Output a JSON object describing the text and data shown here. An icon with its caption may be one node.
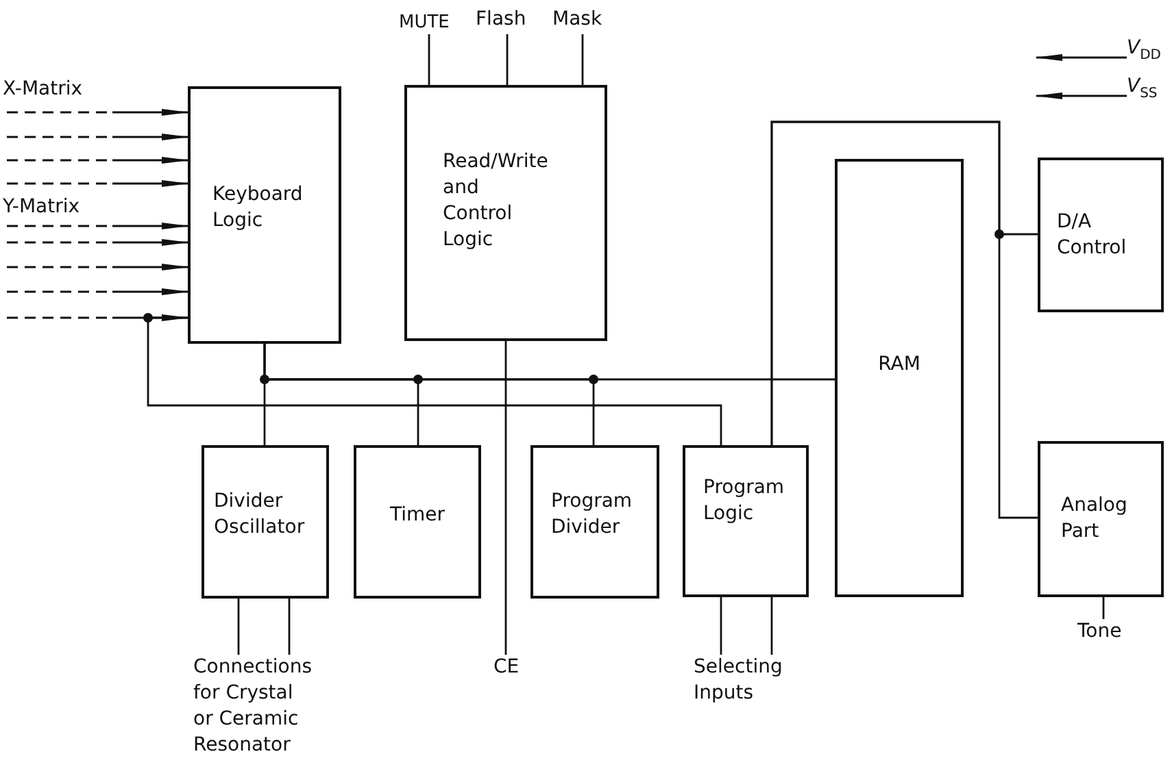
{
  "diagram": {
    "nodes": [
      {
        "text": [
          "Keyboard Logic"
        ]
      },
      {
        "text": [
          "Read/Write and Control Logic"
        ]
      },
      {
        "text": [
          "RAM"
        ]
      },
      {
        "text": [
          "D/A Control"
        ]
      },
      {
        "text": [
          "Divider Oscillator"
        ]
      },
      {
        "text": [
          "Timer"
        ]
      },
      {
        "text": [
          "Program Divider"
        ]
      },
      {
        "text": [
          "Program Logic"
        ]
      },
      {
        "text": [
          "Analog Part"
        ]
      },
      {
        "text": [
          "MUTE"
        ]
      },
      {
        "text": [
          "Flash"
        ]
      },
      {
        "text": [
          "Mask"
        ]
      },
      {
        "text": [
          "CE"
        ]
      },
      {
        "text": [
          "Connections for Crystal or Ceramic Resonator"
        ]
      },
      {
        "text": [
          "Selecting Inputs"
        ]
      },
      {
        "text": [
          "Tone"
        ]
      },
      {
        "text": [
          "*V*$_{DD}$"
        ]
      },
      {
        "text": [
          "*V*$_{SS}$"
        ]
      }
    ],
    "edges": [
      {
        "from": null,
        "to": 0,
        "arrow": "to",
        "style": "dashed"
      },
      {
        "from": null,
        "to": 0,
        "arrow": "to",
        "style": "dashed"
      },
      {
        "from": null,
        "to": 0,
        "arrow": "to",
        "style": "dashed"
      },
      {
        "from": null,
        "to": 0,
        "arrow": "to",
        "style": "dashed"
      },
      {
        "from": null,
        "to": 0,
        "arrow": "to",
        "style": "dashed"
      },
      {
        "from": null,
        "to": 0,
        "arrow": "to",
        "style": "dashed"
      },
      {
        "from": null,
        "to": 0,
        "arrow": "to",
        "style": "dashed"
      },
      {
        "from": null,
        "to": 0,
        "arrow": "to",
        "style": "dashed"
      },
      {
        "from": null,
        "to": 0,
        "arrow": "to",
        "style": "dashed"
      },
      {
        "from": 0,
        "to": 4,
        "arrow": "none"
      },
      {
        "from": 0,
        "to": 2,
        "arrow": "none"
      },
      {
        "from": 0,
        "to": 5,
        "arrow": "none"
      },
      {
        "from": 0,
        "to": 6,
        "arrow": "none"
      },
      {
        "from": 0,
        "to": 7,
        "arrow": "none"
      },
      {
        "from": 7,
        "to": 3,
        "arrow": "none"
      },
      {
        "from": 7,
        "to": 8,
        "arrow": "none"
      },
      {
        "from": 9,
        "to": 1,
        "arrow": "none"
      },
      {
        "from": 10,
        "to": 1,
        "arrow": "none"
      },
      {
        "from": 11,
        "to": 1,
        "arrow": "none"
      },
      {
        "from": 1,
        "to": 12,
        "arrow": "none"
      },
      {
        "from": 4,
        "to": 13,
        "arrow": "none"
      },
      {
        "from": 4,
        "to": 13,
        "arrow": "none"
      },
      {
        "from": 7,
        "to": 14,
        "arrow": "none"
      },
      {
        "from": 7,
        "to": 14,
        "arrow": "none"
      },
      {
        "from": 8,
        "to": 15,
        "arrow": "none"
      },
      {
        "from": 16,
        "to": null,
        "arrow": "to"
      },
      {
        "from": 17,
        "to": null,
        "arrow": "to"
      }
    ],
    "labels": [
      "X-Matrix",
      "Y-Matrix"
    ]
  }
}
